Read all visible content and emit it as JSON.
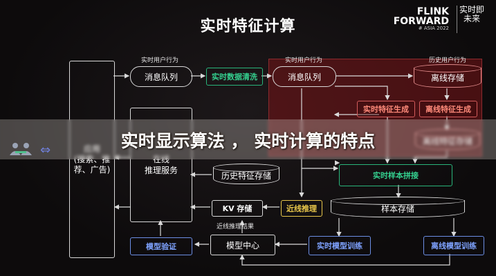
{
  "header": {
    "title": "实时特征计算",
    "logo_flink": "FLINK",
    "logo_forward": "FORWARD",
    "logo_asia": "# ASIA 2022",
    "logo_stamp": "实时即未来"
  },
  "banner": {
    "text": "实时显示算法 ， 实时计算的特点"
  },
  "nodes": {
    "app": "应用(搜索、推荐、广告)",
    "app_visible_line1": "应用",
    "app_visible_line2": "(搜索、推",
    "app_visible_line3": "荐、广告)",
    "online_inference": "在线\n推理服务",
    "online_inference_line1": "在线",
    "online_inference_line2": "推理服务",
    "mq1": "消息队列",
    "realtime_clean": "实时数据清洗",
    "mq2": "消息队列",
    "offline_store": "离线存储",
    "rt_feature_gen": "实时特征生成",
    "offline_feature_gen": "离线特征生成",
    "offline_feature_store": "离线特征存储",
    "hist_feature_store": "历史特征存储",
    "rt_sample_join": "实时样本拼接",
    "kv_store": "KV 存储",
    "nearline_infer": "近线推理",
    "sample_store": "样本存储",
    "model_verify": "模型验证",
    "model_center": "模型中心",
    "rt_model_train": "实时模型训练",
    "offline_model_train": "离线模型训练"
  },
  "labels": {
    "rt_user_behavior_1": "实时用户行为",
    "rt_user_behavior_2": "实时用户行为",
    "hist_user_behavior": "历史用户行为",
    "nearline_result": "近线推理结果"
  },
  "colors": {
    "green": "#29b57b",
    "blue": "#6c8fe6",
    "red_region": "#8c2a2e",
    "brand_pink": "#e23b6a"
  }
}
